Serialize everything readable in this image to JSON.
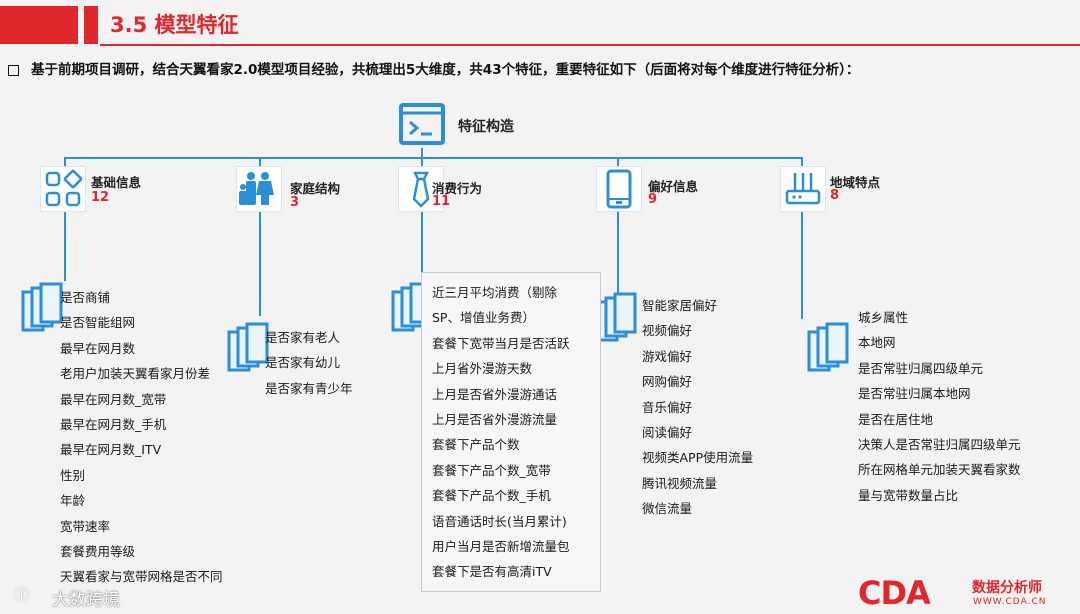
{
  "header": {
    "title": "3.5 模型特征",
    "intro": "基于前期项目调研，结合天翼看家2.0模型项目经验，共梳理出5大维度，共43个特征，重要特征如下（后面将对每个维度进行特征分析）："
  },
  "root": {
    "label": "特征构造",
    "icon": "terminal-window-icon"
  },
  "categories": [
    {
      "name": "基础信息",
      "count": "12",
      "icon": "apps-grid-icon",
      "items": [
        "是否商铺",
        "是否智能组网",
        "最早在网月数",
        "老用户加装天翼看家月份差",
        "最早在网月数_宽带",
        "最早在网月数_手机",
        "最早在网月数_ITV",
        "性别",
        "年龄",
        "宽带速率",
        "套餐费用等级",
        "天翼看家与宽带网格是否不同"
      ]
    },
    {
      "name": "家庭结构",
      "count": "3",
      "icon": "family-icon",
      "items": [
        "是否家有老人",
        "是否家有幼儿",
        "是否家有青少年"
      ]
    },
    {
      "name": "消费行为",
      "count": "11",
      "icon": "tie-icon",
      "items": [
        "近三月平均消费（剔除",
        "SP、增值业务费）",
        "套餐下宽带当月是否活跃",
        "上月省外漫游天数",
        "上月是否省外漫游通话",
        "上月是否省外漫游流量",
        "套餐下产品个数",
        "套餐下产品个数_宽带",
        "套餐下产品个数_手机",
        "语音通话时长(当月累计)",
        "用户当月是否新增流量包",
        "套餐下是否有高清iTV"
      ]
    },
    {
      "name": "偏好信息",
      "count": "9",
      "icon": "smartphone-icon",
      "items": [
        "智能家居偏好",
        "视频偏好",
        "游戏偏好",
        "网购偏好",
        "音乐偏好",
        "阅读偏好",
        "视频类APP使用流量",
        "腾讯视频流量",
        "微信流量"
      ]
    },
    {
      "name": "地域特点",
      "count": "8",
      "icon": "router-icon",
      "items": [
        "城乡属性",
        "本地网",
        "是否常驻归属四级单元",
        "是否常驻归属本地网",
        "是否在居住地",
        "决策人是否常驻归属四级单元",
        "所在网格单元加装天翼看家数",
        "量与宽带数量占比"
      ]
    }
  ],
  "watermark": {
    "text": "大数跨境",
    "icon": "brand-icon"
  },
  "logo": {
    "mark": "CDA",
    "name": "数据分析师",
    "url": "WWW.CDA.CN"
  },
  "colors": {
    "accent": "#e1262c",
    "tree_line": "#2c8ed6",
    "icon_blue": "#2c8ed6"
  }
}
